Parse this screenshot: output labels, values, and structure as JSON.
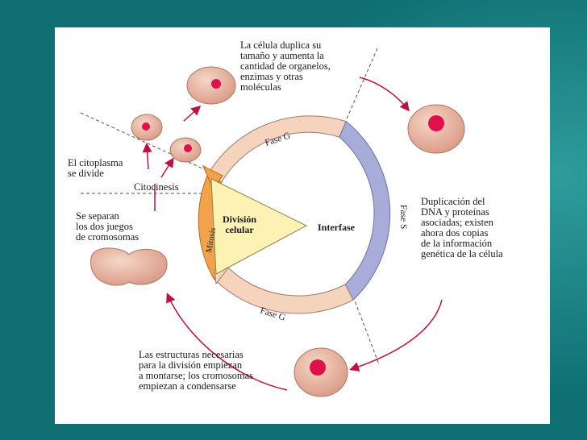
{
  "labels": {
    "top_right": "La célula duplica su\ntamaño y aumenta la\ncantidad de organelos,\nenzimas y otras\nmoléculas",
    "citoplasma": "El citoplasma\nse divide",
    "citocinesis": "Citocinesis",
    "separan": "Se separan\nlos dos juegos\nde cromosomas",
    "division": "División\ncelular",
    "interfase": "Interfase",
    "mitosis": "Mitosis",
    "fase_s": "Fase S",
    "fase_g_top": "Fase G",
    "fase_g_bottom": "Fase G",
    "dna": "Duplicación del\nDNA y proteínas\nasociadas; existen\nahora dos copias\nde la información\ngenética de la célula",
    "bottom": "Las estructuras necesarias\npara la división empiezan\na montarse; los cromosomas\nempiezan a condensarse"
  },
  "colors": {
    "background": "#0f6f73",
    "fase_g": "#f6d3bd",
    "fase_s": "#a7acd8",
    "mitosis": "#f2a24a",
    "division_wedge": "#fbf2b4",
    "cell": "#e9b39e",
    "nucleus": "#e0104a",
    "arrow": "#c01040"
  }
}
